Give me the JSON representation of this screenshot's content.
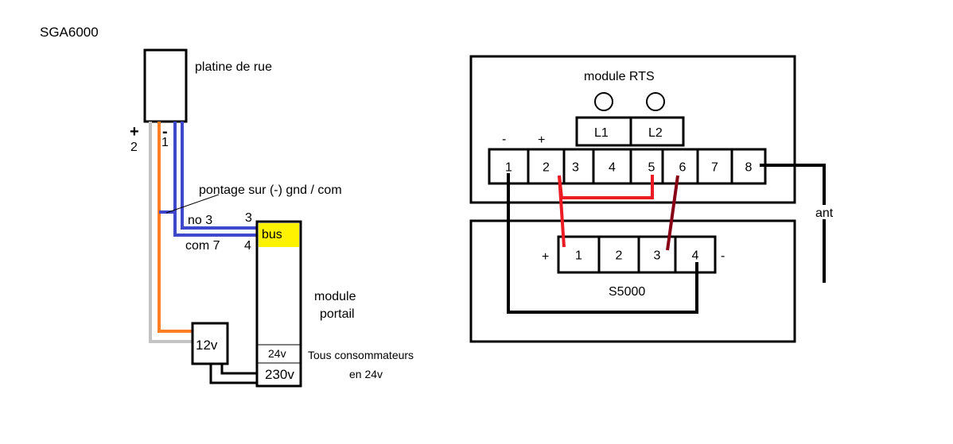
{
  "title": "SGA6000",
  "colors": {
    "wire_grey": "#c3c3c3",
    "wire_orange": "#ff7f27",
    "wire_blue": "#3f48cc",
    "wire_red": "#ed1c24",
    "wire_darkred": "#880015",
    "bus_fill": "#fff200",
    "wire_black": "#000000"
  },
  "left": {
    "platine_label": "platine de rue",
    "plus_sign": "+",
    "minus_sign": "-",
    "terminal_2": "2",
    "terminal_1": "1",
    "pontage_label": "pontage sur (-) gnd / com",
    "no_label": "no 3",
    "com_label": "com 7",
    "bus_num_3": "3",
    "bus_num_4": "4",
    "bus_label": "bus",
    "module_portail_line1": "module",
    "module_portail_line2": "portail",
    "v24_label": "24v",
    "v230_label": "230v",
    "v12_label": "12v",
    "consumers_line1": "Tous consommateurs",
    "consumers_line2": "en 24v"
  },
  "rts": {
    "title": "module  RTS",
    "led_labels": [
      "L1",
      "L2"
    ],
    "minus_sign": "-",
    "plus_sign": "+",
    "terminals": [
      "1",
      "2",
      "3",
      "4",
      "5",
      "6",
      "7",
      "8"
    ]
  },
  "s5000": {
    "title": "S5000",
    "plus_sign": "+",
    "minus_sign": "-",
    "terminals": [
      "1",
      "2",
      "3",
      "4"
    ]
  },
  "antenna_label": "ant"
}
